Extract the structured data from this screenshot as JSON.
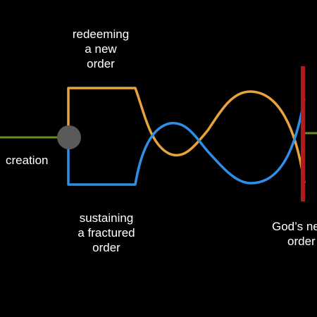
{
  "labels": {
    "redeeming": [
      "redeeming",
      "a new",
      "order"
    ],
    "sustaining": [
      "sustaining",
      "a fractured",
      "order"
    ],
    "creation": "creation",
    "gods_new_order": [
      "God’s new",
      "order"
    ]
  },
  "colors": {
    "background": "#000000",
    "creation_line": "#6b8e23",
    "node": "#5a5a5a",
    "redeeming_path": "#e8a33c",
    "sustaining_path": "#2f8fe8",
    "end_bar": "#b01c1c",
    "text": "#ffffff"
  }
}
